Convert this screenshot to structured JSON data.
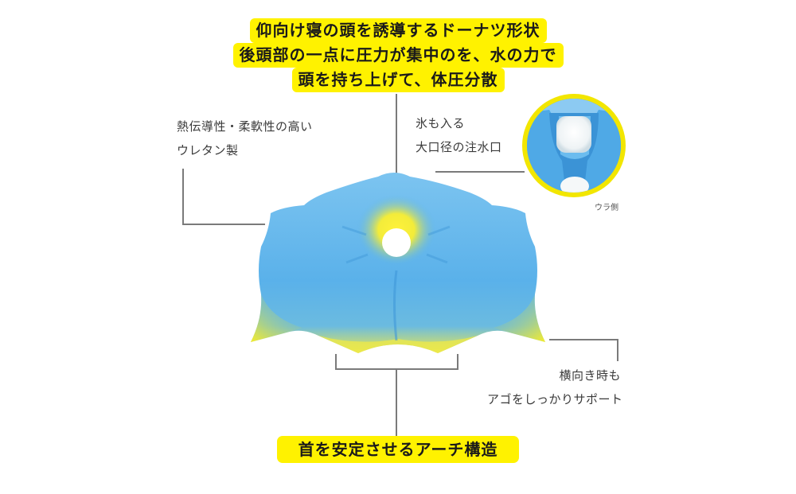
{
  "headline": {
    "lines": [
      "仰向け寝の頭を誘導するドーナツ形状",
      "後頭部の一点に圧力が集中のを、水の力で",
      "頭を持ち上げて、体圧分散"
    ]
  },
  "callouts": {
    "material": {
      "lines": [
        "熱伝導性・柔軟性の高い",
        "ウレタン製"
      ]
    },
    "inlet": {
      "lines": [
        "氷も入る",
        "大口径の注水口"
      ]
    },
    "inset_caption": "ウラ側",
    "side_support": {
      "lines": [
        "横向き時も",
        "アゴをしっかりサポート"
      ]
    },
    "neck_arch": "首を安定させるアーチ構造"
  },
  "colors": {
    "highlight_yellow": "#fff200",
    "pillow_blue": "#5ab4ea",
    "pillow_yellow": "#f2ea2a",
    "leader_line": "#7a7a7a",
    "inset_border": "#f2e600"
  },
  "product": {
    "name": "donut-shaped water pillow",
    "view_inset": "back side water inlet"
  }
}
